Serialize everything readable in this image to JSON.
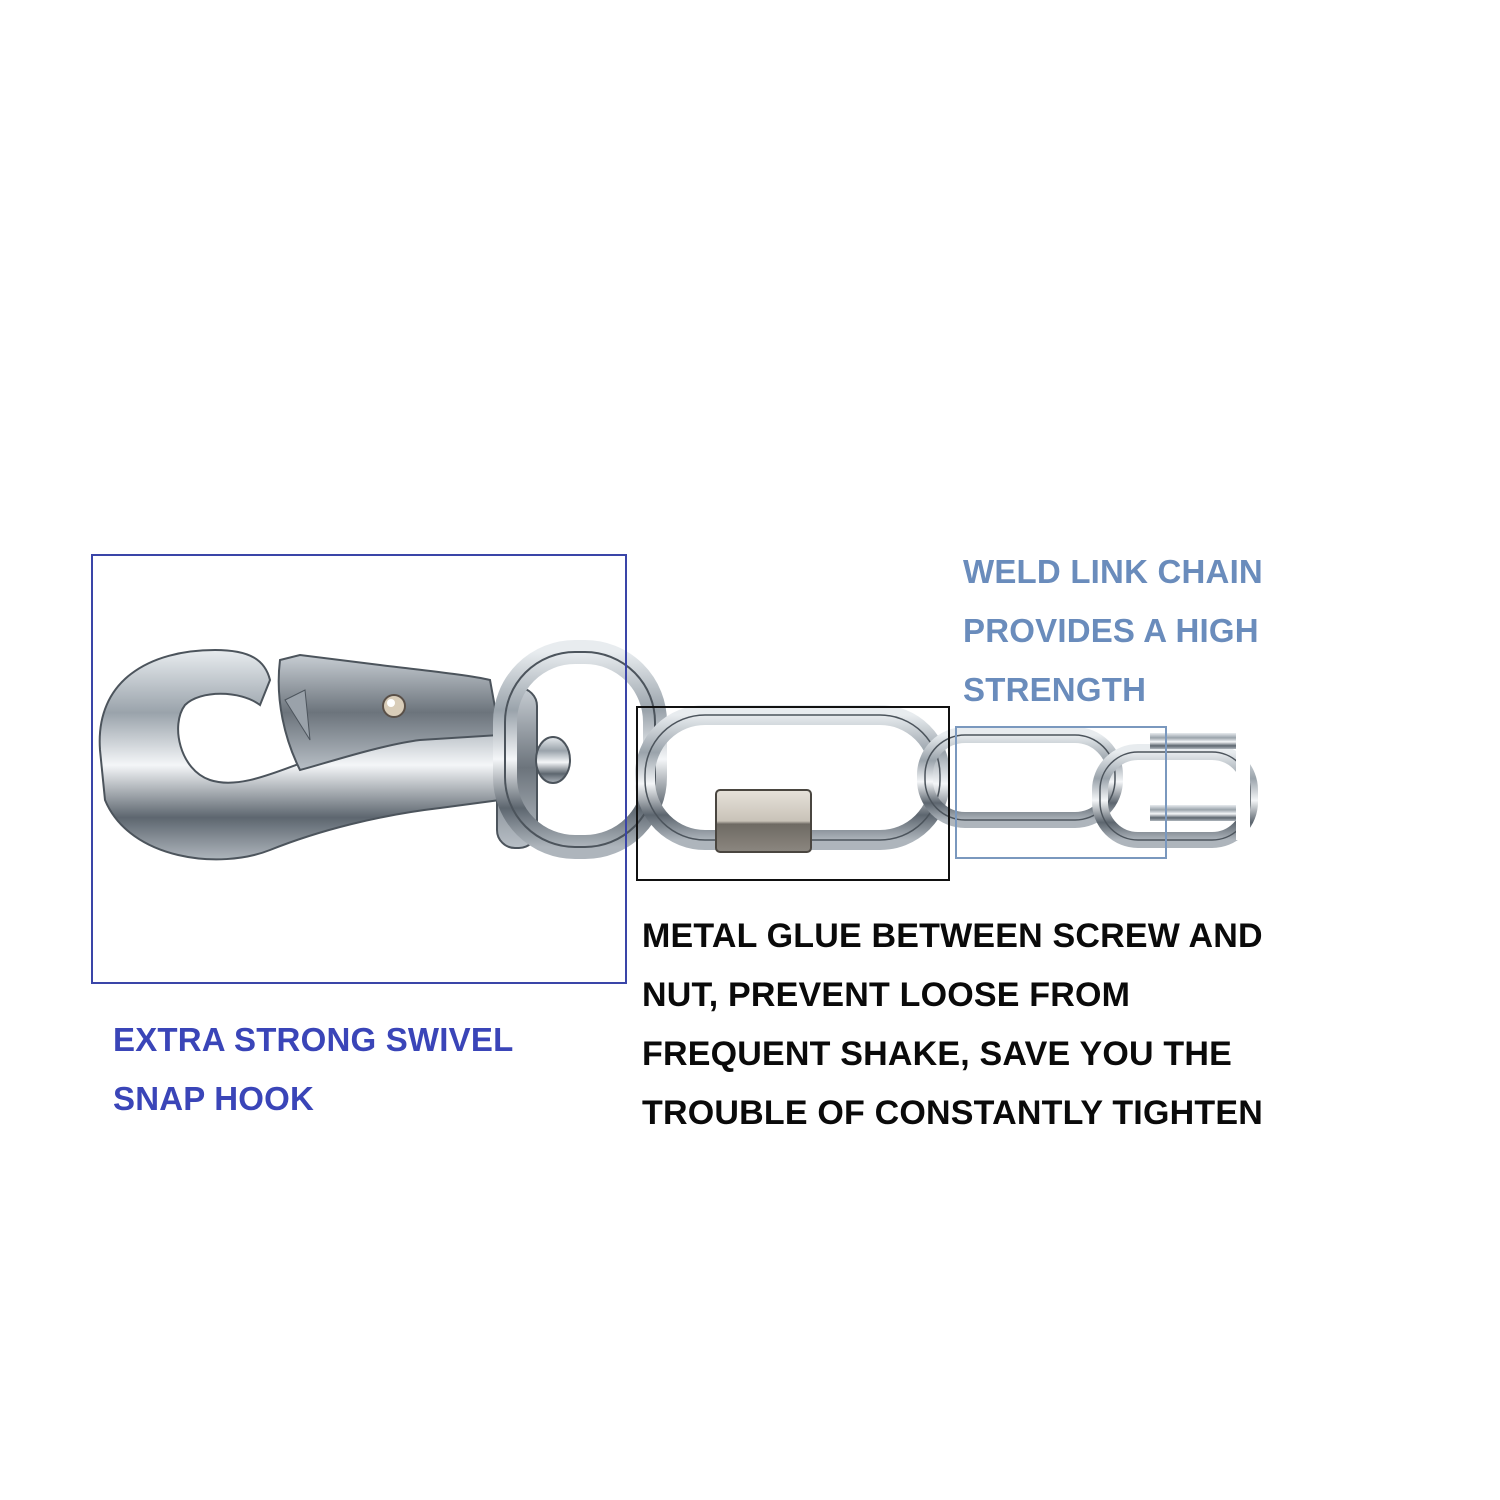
{
  "image": {
    "background": "#ffffff",
    "subject": "swivel snap hook with quick link and weld link chain"
  },
  "callouts": {
    "hook": {
      "lines": [
        "EXTRA STRONG SWIVEL",
        "SNAP HOOK"
      ],
      "color": "#3a45b8",
      "box_color": "#3a45a8"
    },
    "chain": {
      "lines": [
        "WELD LINK CHAIN",
        "PROVIDES A HIGH",
        "STRENGTH"
      ],
      "color": "#6a8cbc",
      "box_color": "#7a98be"
    },
    "quick_link": {
      "lines": [
        "METAL GLUE BETWEEN SCREW AND",
        "NUT, PREVENT LOOSE FROM",
        "FREQUENT SHAKE, SAVE  YOU THE",
        "TROUBLE OF CONSTANTLY TIGHTEN"
      ],
      "color": "#0a0a0a",
      "box_color": "#111111"
    }
  }
}
